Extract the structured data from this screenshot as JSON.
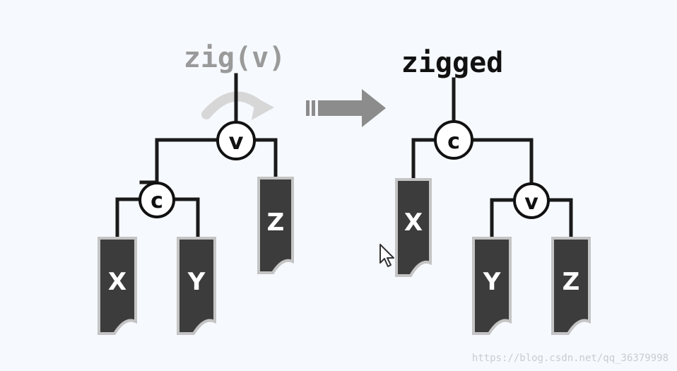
{
  "left_tree": {
    "title": "zig(v)",
    "root": "v",
    "child": "c",
    "leaves": [
      "X",
      "Y",
      "Z"
    ]
  },
  "right_tree": {
    "title": "zigged",
    "root": "c",
    "child": "v",
    "leaves": [
      "X",
      "Y",
      "Z"
    ]
  },
  "colors": {
    "edge": "#1a1a1a",
    "leaf_fill": "#3c3c3c",
    "leaf_border": "#c4c4c4",
    "node_fill": "#ffffff",
    "arrow": "#8c8c8c",
    "rotation_arrow": "#d7d7d7",
    "left_title": "#9a9a9a",
    "right_title": "#111111",
    "background": "#f6f9fd"
  },
  "icons": {
    "rotation": "curved-rotation-arrow-icon",
    "transform": "right-arrow-icon",
    "pointer": "mouse-pointer-icon"
  },
  "watermark": "https://blog.csdn.net/qq_36379998"
}
